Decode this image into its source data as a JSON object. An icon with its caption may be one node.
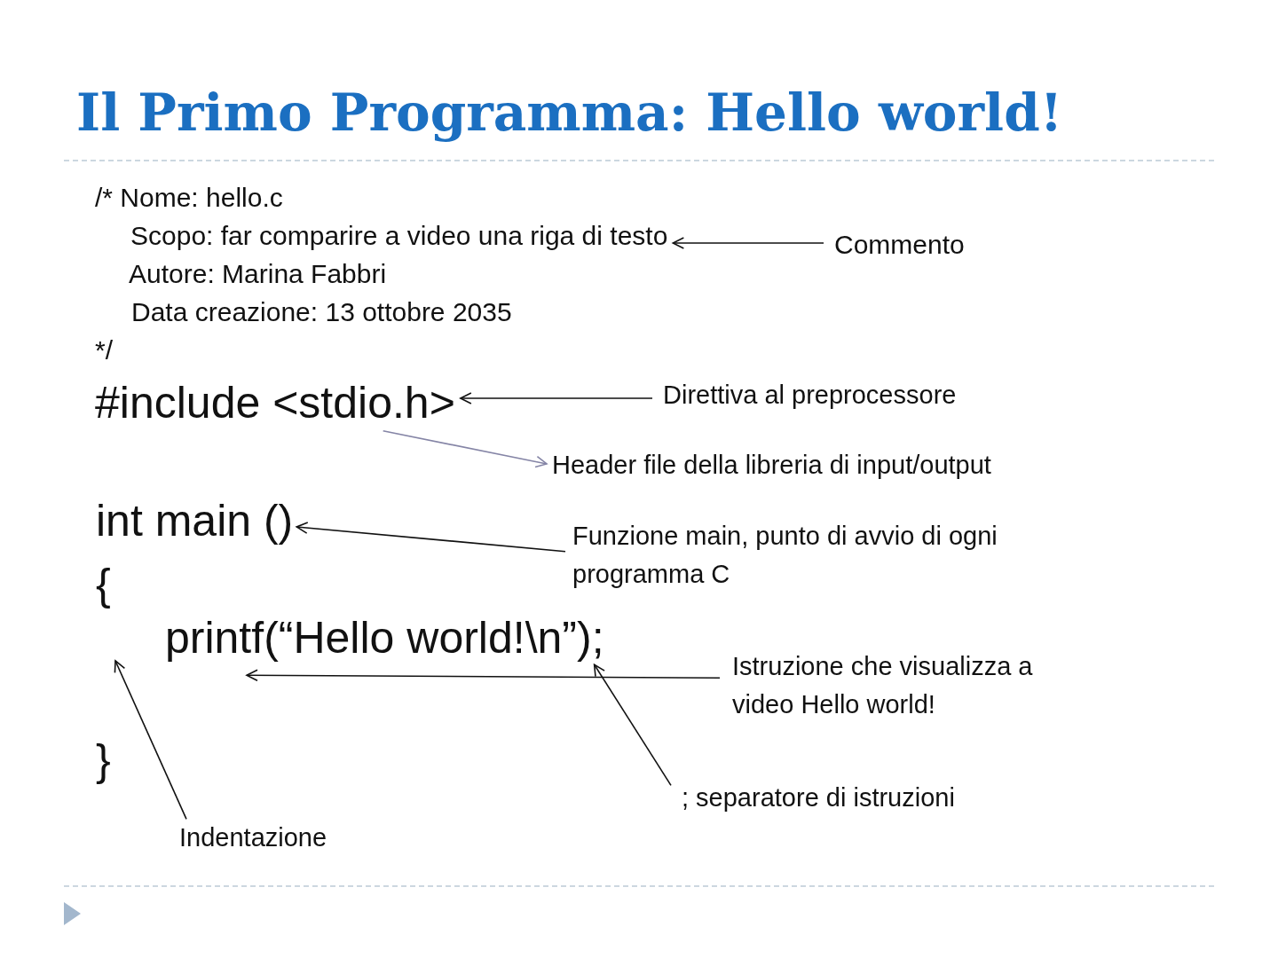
{
  "diagram": {
    "title": "Il Primo Programma: Hello world!",
    "nodes": [
      {
        "text": [
          "/* Nome: hello.c",
          "Scopo: far comparire a video una riga di testo",
          "Autore: Marina Fabbri",
          "Data creazione: 13 ottobre 2035",
          "*/"
        ]
      },
      {
        "text": [
          "Commento"
        ]
      },
      {
        "text": [
          "#include <stdio.h>"
        ]
      },
      {
        "text": [
          "Direttiva al preprocessore"
        ]
      },
      {
        "text": [
          "Header file della libreria di input/output"
        ]
      },
      {
        "text": [
          "int main ()"
        ]
      },
      {
        "text": [
          "Funzione main, punto di avvio di ogni programma C"
        ]
      },
      {
        "text": [
          "printf(“Hello world!\\n”)"
        ]
      },
      {
        "text": [
          ";"
        ]
      },
      {
        "text": [
          "Istruzione che visualizza a video Hello world!"
        ]
      },
      {
        "text": [
          "; separatore di istruzioni"
        ]
      },
      {
        "text": [
          "Indentazione"
        ]
      }
    ],
    "edges": [
      {
        "from": 1,
        "to": 0,
        "arrow": "to"
      },
      {
        "from": 3,
        "to": 2,
        "arrow": "to"
      },
      {
        "from": 2,
        "to": 4,
        "arrow": "to",
        "color": "#8585a6"
      },
      {
        "from": 6,
        "to": 5,
        "arrow": "to"
      },
      {
        "from": 9,
        "to": 7,
        "arrow": "to"
      },
      {
        "from": 10,
        "to": 8,
        "arrow": "to"
      },
      {
        "from": 11,
        "to": null,
        "arrow": "to"
      }
    ],
    "labels": [
      "{",
      "}"
    ]
  }
}
